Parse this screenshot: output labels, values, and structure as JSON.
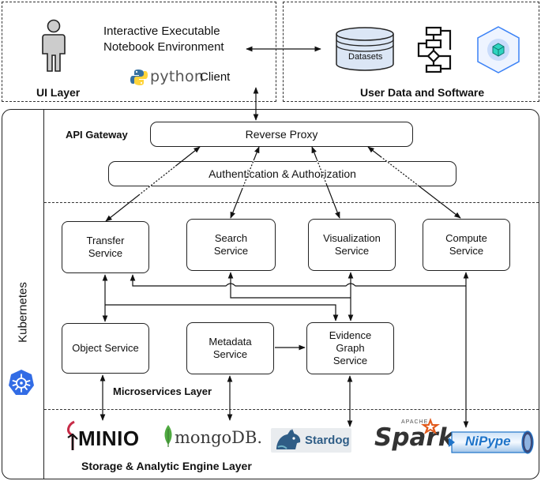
{
  "top": {
    "notebook_line1": "Interactive Executable",
    "notebook_line2": "Notebook Environment",
    "python_word": "python",
    "client_word": "Client",
    "ui_layer": "UI Layer",
    "datasets": "Datasets",
    "user_data": "User Data and Software"
  },
  "gateway": {
    "title": "API Gateway",
    "reverse_proxy": "Reverse Proxy",
    "auth": "Authentication & Authorization"
  },
  "services": {
    "transfer": [
      "Transfer",
      "Service"
    ],
    "search": [
      "Search",
      "Service"
    ],
    "visualization": [
      "Visualization",
      "Service"
    ],
    "compute": [
      "Compute",
      "Service"
    ],
    "object": "Object Service",
    "metadata": [
      "Metadata",
      "Service"
    ],
    "evidence": [
      "Evidence",
      "Graph",
      "Service"
    ],
    "layer": "Microservices Layer"
  },
  "kubernetes": "Kubernetes",
  "storage": {
    "minio": "MINIO",
    "mongo": "mongoDB.",
    "stardog": "Stardog",
    "spark_apache": "APACHE",
    "spark": "Spark",
    "nipype": "NiPype",
    "layer": "Storage & Analytic Engine Layer"
  },
  "colors": {
    "kube_blue": "#326ce5",
    "spark_orange": "#e25a1c",
    "python_blue": "#3670a0",
    "python_yellow": "#ffd43b",
    "mongo_green": "#4faa41",
    "nipype_blue": "#1f74c9",
    "hex_blue": "#3b82f6",
    "cube_teal": "#2dd4bf"
  }
}
